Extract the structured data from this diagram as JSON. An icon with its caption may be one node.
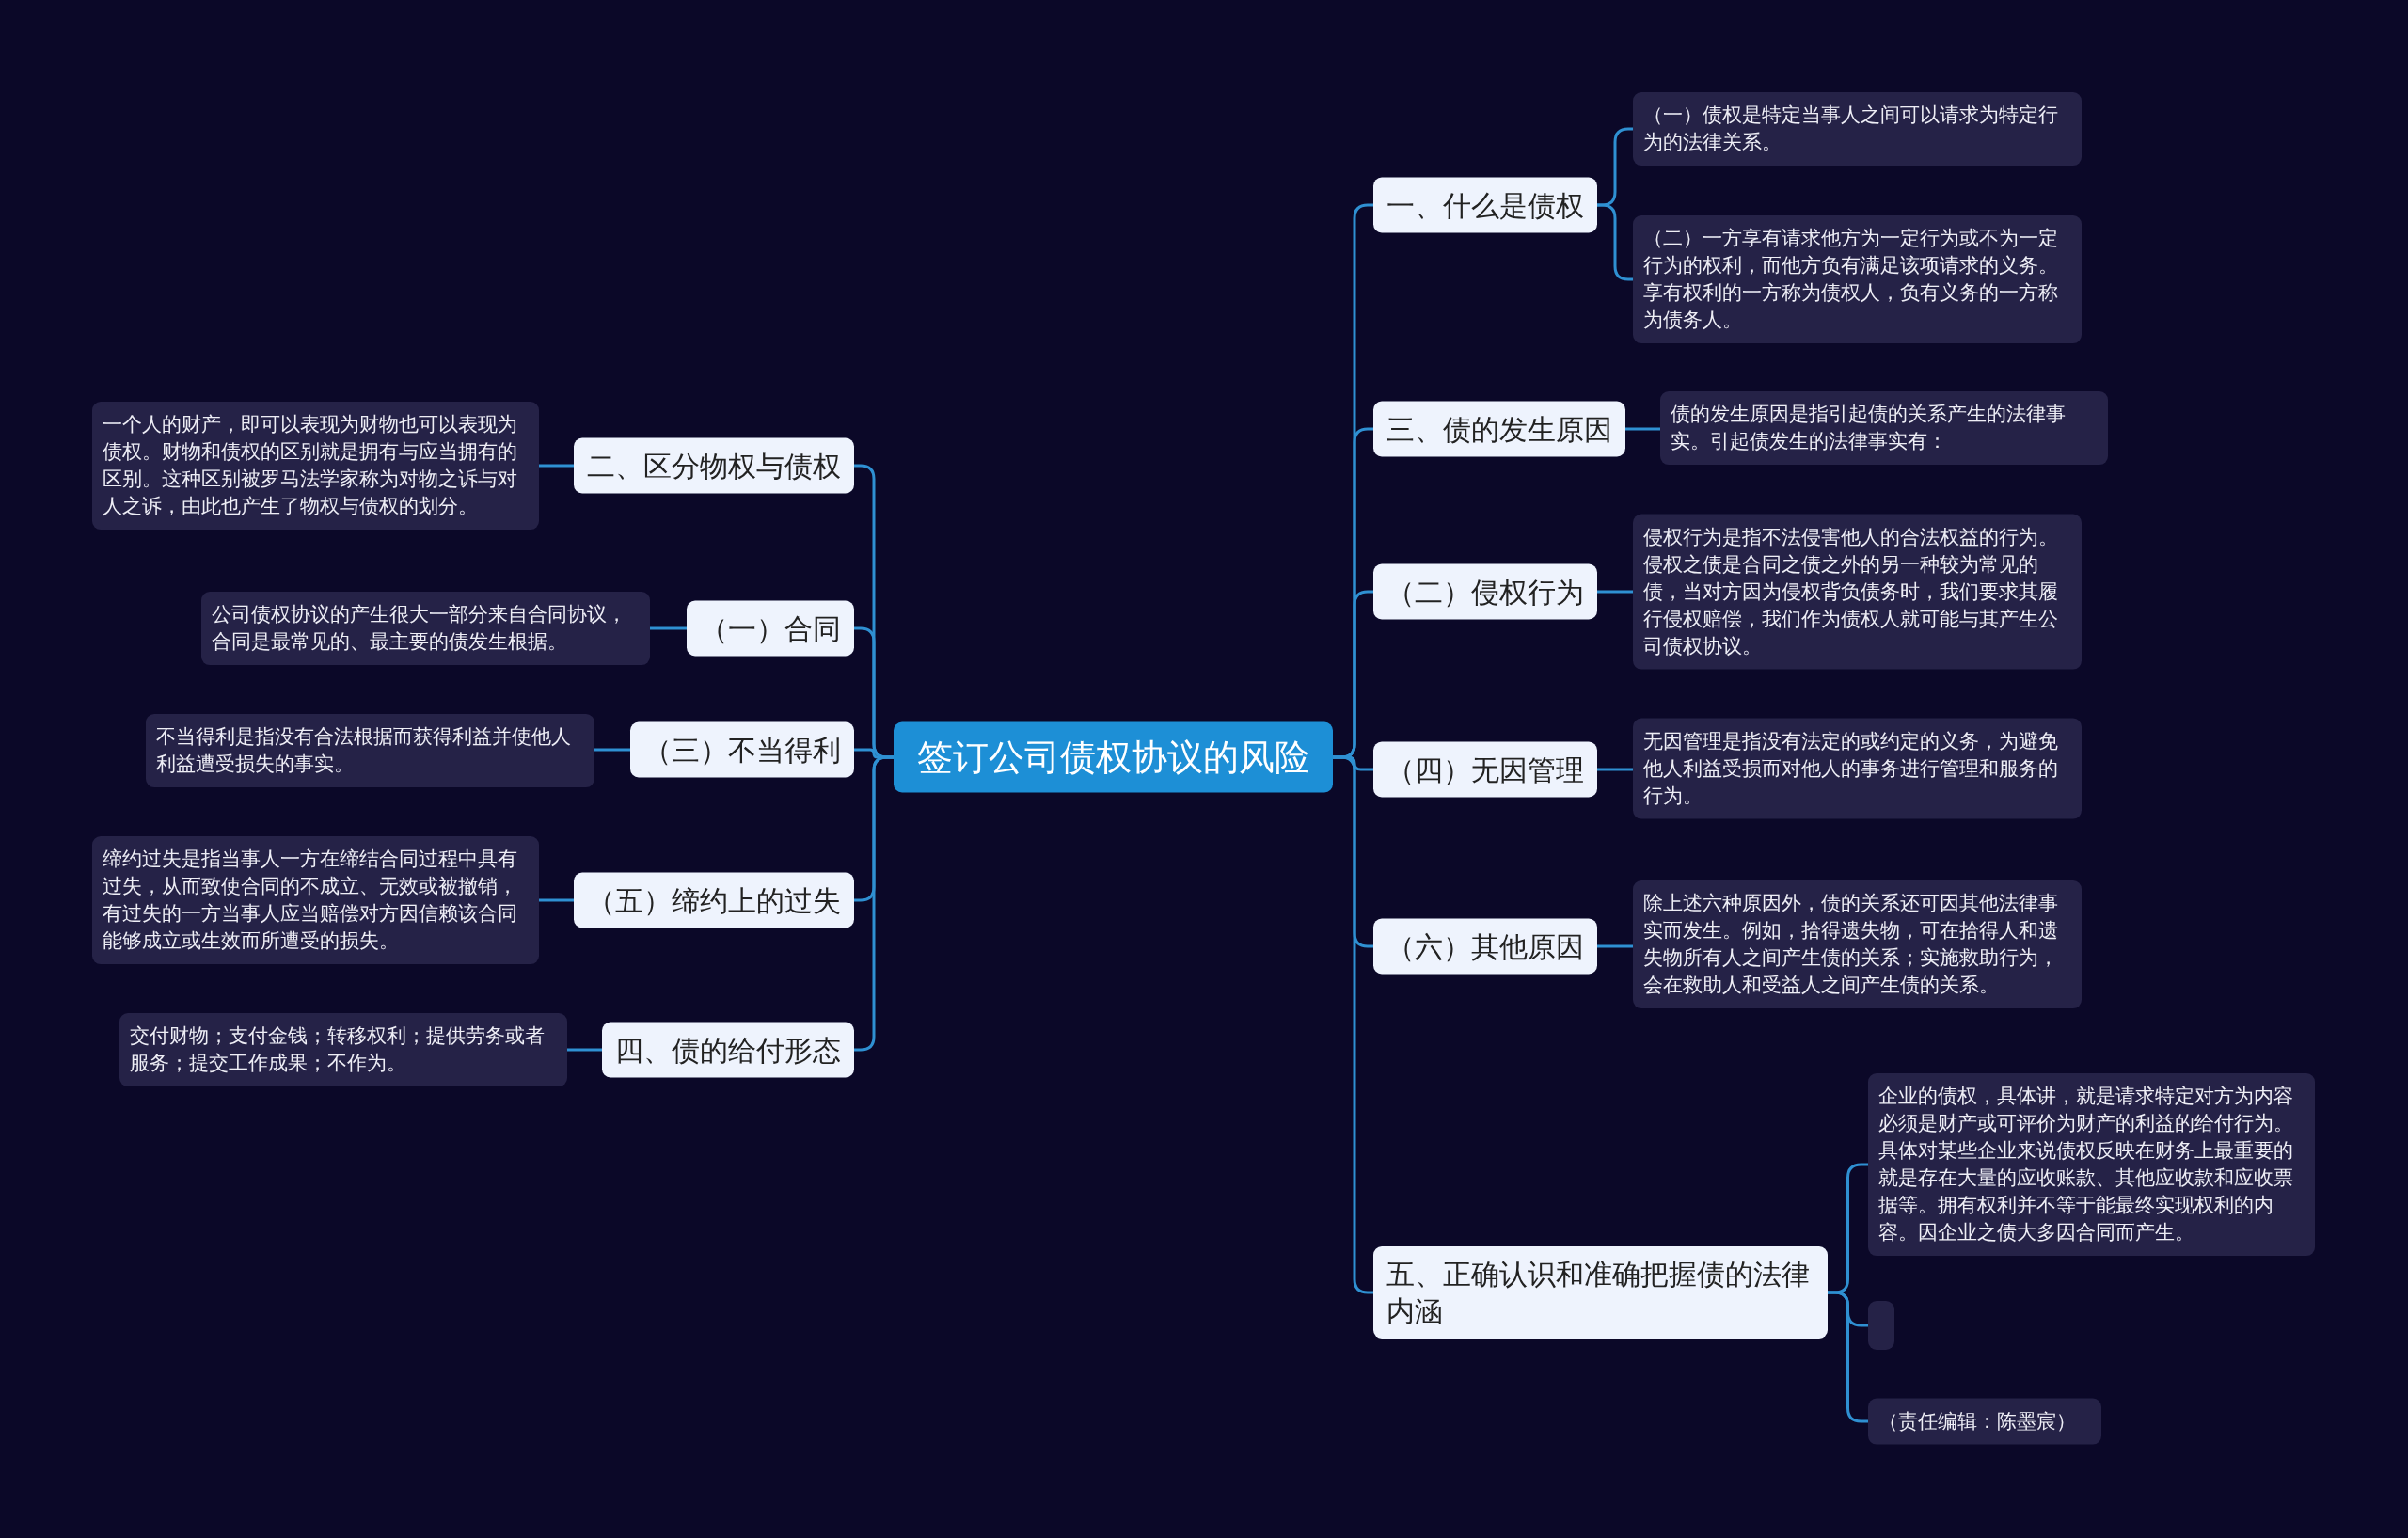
{
  "diagram": {
    "nodes": [
      {
        "text": [
          "签订公司债权协议的风险"
        ]
      },
      {
        "text": [
          "二、区分物权与债权"
        ]
      },
      {
        "text": [
          "一个人的财产，即可以表现为财物也可以表现为债权。财物和债权的区别就是拥有与应当拥有的区别。这种区别被罗马法学家称为对物之诉与对人之诉，由此也产生了物权与债权的划分。"
        ]
      },
      {
        "text": [
          "（一）合同"
        ]
      },
      {
        "text": [
          "公司债权协议的产生很大一部分来自合同协议，合同是最常见的、最主要的债发生根据。"
        ]
      },
      {
        "text": [
          "（三）不当得利"
        ]
      },
      {
        "text": [
          "不当得利是指没有合法根据而获得利益并使他人利益遭受损失的事实。"
        ]
      },
      {
        "text": [
          "（五）缔约上的过失"
        ]
      },
      {
        "text": [
          "缔约过失是指当事人一方在缔结合同过程中具有过失，从而致使合同的不成立、无效或被撤销，有过失的一方当事人应当赔偿对方因信赖该合同能够成立或生效而所遭受的损失。"
        ]
      },
      {
        "text": [
          "四、债的给付形态"
        ]
      },
      {
        "text": [
          "交付财物；支付金钱；转移权利；提供劳务或者服务；提交工作成果；不作为。"
        ]
      },
      {
        "text": [
          "一、什么是债权"
        ]
      },
      {
        "text": [
          "（一）债权是特定当事人之间可以请求为特定行为的法律关系。"
        ]
      },
      {
        "text": [
          "（二）一方享有请求他方为一定行为或不为一定行为的权利，而他方负有满足该项请求的义务。享有权利的一方称为债权人，负有义务的一方称为债务人。"
        ]
      },
      {
        "text": [
          "三、债的发生原因"
        ]
      },
      {
        "text": [
          "债的发生原因是指引起债的关系产生的法律事实。引起债发生的法律事实有："
        ]
      },
      {
        "text": [
          "（二）侵权行为"
        ]
      },
      {
        "text": [
          "侵权行为是指不法侵害他人的合法权益的行为。侵权之债是合同之债之外的另一种较为常见的债，当对方因为侵权背负债务时，我们要求其履行侵权赔偿，我们作为债权人就可能与其产生公司债权协议。"
        ]
      },
      {
        "text": [
          "（四）无因管理"
        ]
      },
      {
        "text": [
          "无因管理是指没有法定的或约定的义务，为避免他人利益受损而对他人的事务进行管理和服务的行为。"
        ]
      },
      {
        "text": [
          "（六）其他原因"
        ]
      },
      {
        "text": [
          "除上述六种原因外，债的关系还可因其他法律事实而发生。例如，拾得遗失物，可在拾得人和遗失物所有人之间产生债的关系；实施救助行为，会在救助人和受益人之间产生债的关系。"
        ]
      },
      {
        "text": [
          "五、正确认识和准确把握债的法律内涵"
        ]
      },
      {
        "text": [
          "企业的债权，具体讲，就是请求特定对方为内容必须是财产或可评价为财产的利益的给付行为。具体对某些企业来说债权反映在财务上最重要的就是存在大量的应收账款、其他应收款和应收票据等。拥有权利并不等于能最终实现权利的内容。因企业之债大多因合同而产生。"
        ]
      },
      {
        "text": [],
        "shape": "box"
      },
      {
        "text": [
          "（责任编辑：陈墨宸）"
        ]
      }
    ],
    "edges": [
      {
        "from": 0,
        "to": 1,
        "arrow": "none"
      },
      {
        "from": 1,
        "to": 2,
        "arrow": "none"
      },
      {
        "from": 0,
        "to": 3,
        "arrow": "none"
      },
      {
        "from": 3,
        "to": 4,
        "arrow": "none"
      },
      {
        "from": 0,
        "to": 5,
        "arrow": "none"
      },
      {
        "from": 5,
        "to": 6,
        "arrow": "none"
      },
      {
        "from": 0,
        "to": 7,
        "arrow": "none"
      },
      {
        "from": 7,
        "to": 8,
        "arrow": "none"
      },
      {
        "from": 0,
        "to": 9,
        "arrow": "none"
      },
      {
        "from": 9,
        "to": 10,
        "arrow": "none"
      },
      {
        "from": 0,
        "to": 11,
        "arrow": "none"
      },
      {
        "from": 11,
        "to": 12,
        "arrow": "none"
      },
      {
        "from": 11,
        "to": 13,
        "arrow": "none"
      },
      {
        "from": 0,
        "to": 14,
        "arrow": "none"
      },
      {
        "from": 14,
        "to": 15,
        "arrow": "none"
      },
      {
        "from": 0,
        "to": 16,
        "arrow": "none"
      },
      {
        "from": 16,
        "to": 17,
        "arrow": "none"
      },
      {
        "from": 0,
        "to": 18,
        "arrow": "none"
      },
      {
        "from": 18,
        "to": 19,
        "arrow": "none"
      },
      {
        "from": 0,
        "to": 20,
        "arrow": "none"
      },
      {
        "from": 20,
        "to": 21,
        "arrow": "none"
      },
      {
        "from": 0,
        "to": 22,
        "arrow": "none"
      },
      {
        "from": 22,
        "to": 23,
        "arrow": "none"
      },
      {
        "from": 22,
        "to": 24,
        "arrow": "none"
      },
      {
        "from": 22,
        "to": 25,
        "arrow": "none"
      }
    ]
  }
}
